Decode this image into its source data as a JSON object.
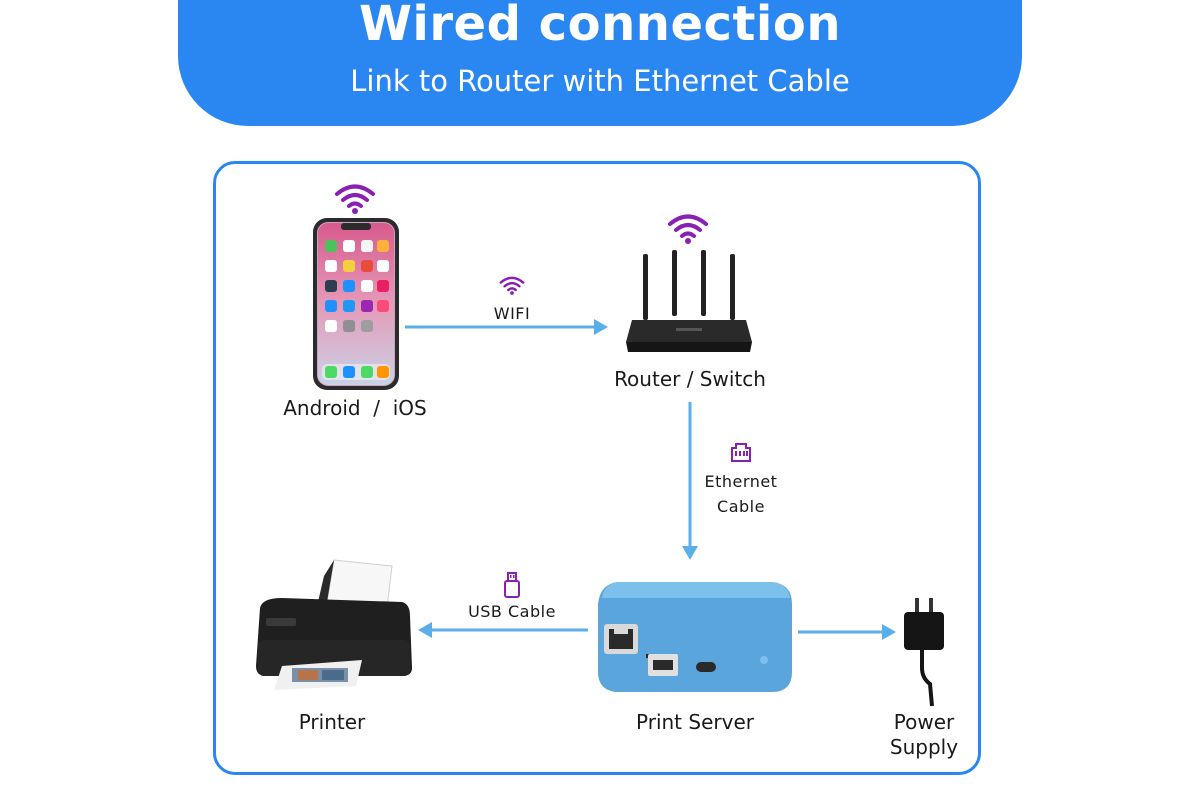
{
  "header": {
    "title": "Wired connection",
    "subtitle": "Link to Router with Ethernet Cable"
  },
  "devices": {
    "phone": "Android  /  iOS",
    "router": "Router / Switch",
    "printer": "Printer",
    "print_server": "Print Server",
    "power_supply_line1": "Power",
    "power_supply_line2": "Supply"
  },
  "connections": {
    "wifi": "WIFI",
    "ethernet_line1": "Ethernet",
    "ethernet_line2": "Cable",
    "usb": "USB Cable"
  },
  "colors": {
    "brand_blue": "#2a86f0",
    "arrow_blue": "#5aaeea",
    "wifi_purple": "#8a1fb4",
    "server_blue": "#5aa6dc"
  },
  "icons": [
    "wifi-icon",
    "ethernet-port-icon",
    "usb-icon"
  ]
}
